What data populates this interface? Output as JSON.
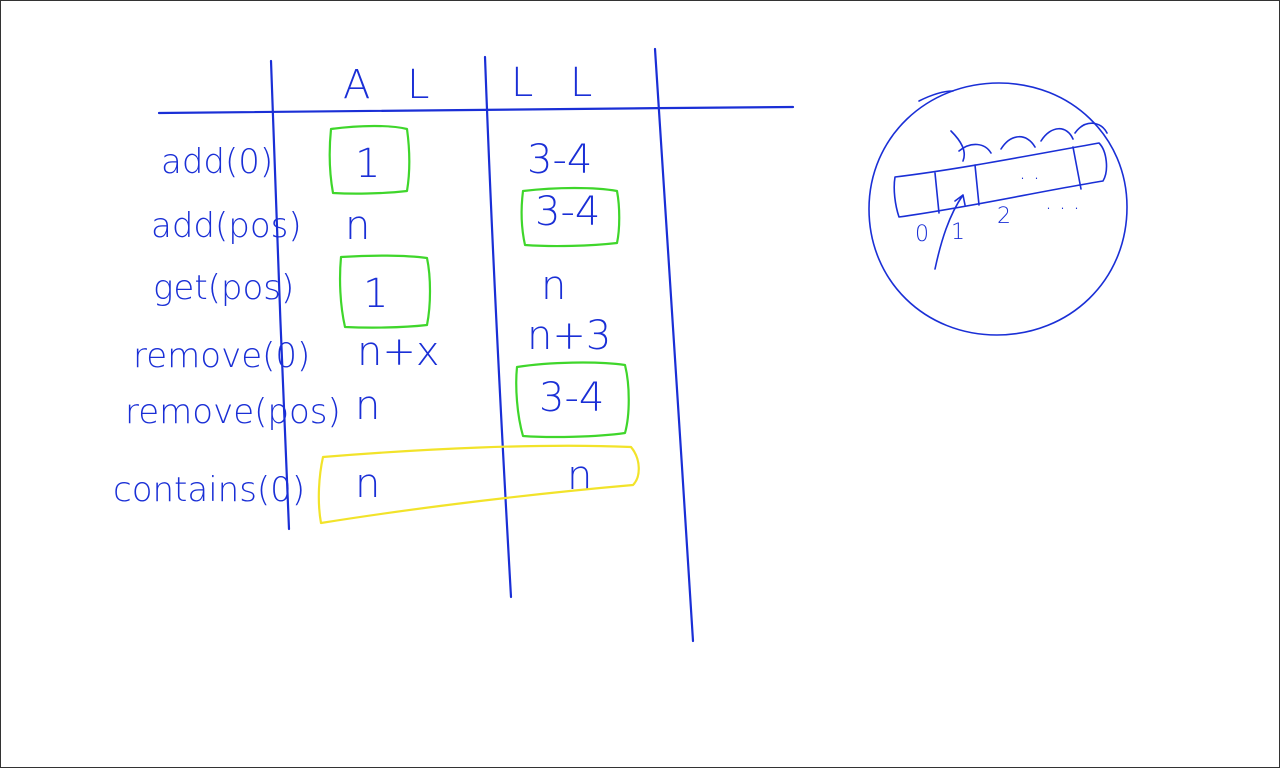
{
  "table": {
    "headers": {
      "al": "A L",
      "ll": "L L"
    },
    "rows": [
      {
        "op": "add(0)",
        "al": "1",
        "ll": "3-4"
      },
      {
        "op": "add(pos)",
        "al": "n",
        "ll": "3-4"
      },
      {
        "op": "get(pos)",
        "al": "1",
        "ll": "n"
      },
      {
        "op": "remove(0)",
        "al": "n+x",
        "ll": "n+3"
      },
      {
        "op": "remove(pos)",
        "al": "n",
        "ll": "3-4"
      },
      {
        "op": "contains(0)",
        "al": "n",
        "ll": "n"
      }
    ]
  },
  "sketch": {
    "index_labels": [
      "0",
      "1",
      "2"
    ],
    "dots": ". .",
    "dots_lower": ". . ."
  },
  "colors": {
    "ink": "#1a2fd6",
    "green_highlight": "#3fd62b",
    "yellow_highlight": "#f2e32a"
  }
}
